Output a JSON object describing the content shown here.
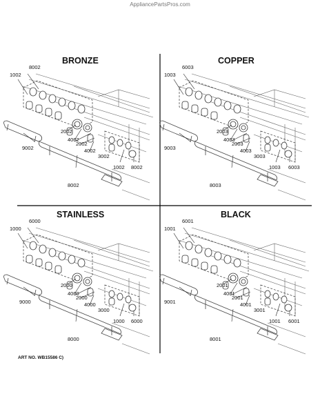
{
  "site": "AppliancePartsPros.com",
  "art_number": "ART NO. WB15586 C)",
  "quadrants": [
    {
      "title": "BRONZE",
      "labels": [
        "1002",
        "8002",
        "2002",
        "4002",
        "2002",
        "4002",
        "3002",
        "1002",
        "8002",
        "9002",
        "8002"
      ]
    },
    {
      "title": "COPPER",
      "labels": [
        "1003",
        "6003",
        "2003",
        "4003",
        "2003",
        "4003",
        "3003",
        "1003",
        "6003",
        "9003",
        "8003"
      ]
    },
    {
      "title": "STAINLESS",
      "labels": [
        "1000",
        "6000",
        "2000",
        "4000",
        "2000",
        "4000",
        "3000",
        "1000",
        "6000",
        "9000",
        "8000"
      ]
    },
    {
      "title": "BLACK",
      "labels": [
        "1001",
        "6001",
        "2001",
        "4001",
        "2001",
        "4001",
        "3001",
        "1001",
        "6001",
        "9001",
        "8001"
      ]
    }
  ]
}
